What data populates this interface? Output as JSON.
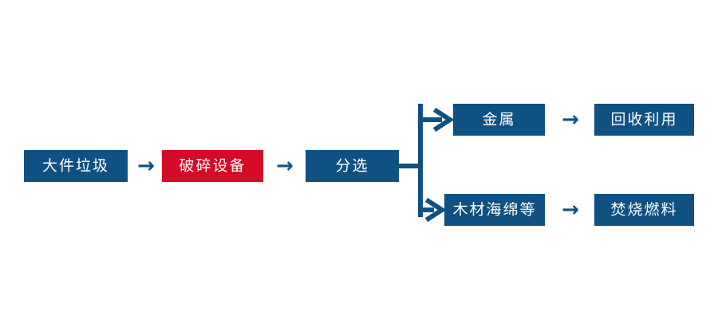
{
  "diagram": {
    "title": "",
    "colors": {
      "primary": "#0F5182",
      "highlight": "#D40A26",
      "node_text": "#FFFFFF",
      "connector": "#0F5182",
      "background": "#FFFFFF"
    },
    "nodes": {
      "bulky_waste": "大件垃圾",
      "crusher_equipment": "破碎设备",
      "sorting": "分选",
      "metal": "金属",
      "recycling_reuse": "回收利用",
      "wood_sponge_etc": "木材海绵等",
      "incineration_fuel": "焚烧燃料"
    },
    "connectors": {
      "arrow_glyph": "→",
      "arrow_1_name": "arrow-bulky-to-crusher",
      "arrow_2_name": "arrow-crusher-to-sorting",
      "arrow_top_name": "arrow-metal-to-recycling",
      "arrow_bottom_name": "arrow-wood-to-fuel",
      "branch_name": "branch-bracket-from-sorting"
    }
  }
}
